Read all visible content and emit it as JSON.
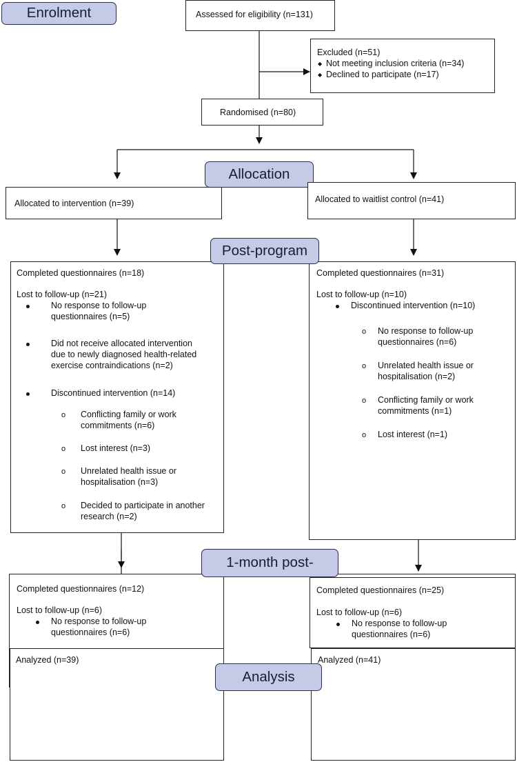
{
  "stages": {
    "enrolment": "Enrolment",
    "allocation": "Allocation",
    "post_program": "Post-program",
    "one_month": "1-month post-",
    "analysis": "Analysis"
  },
  "assessed": "Assessed for eligibility (n=131)",
  "excluded": {
    "title": "Excluded (n=51)",
    "items": [
      "Not meeting inclusion criteria (n=34)",
      "Declined to participate (n=17)"
    ]
  },
  "randomised": "Randomised (n=80)",
  "allocation": {
    "intervention": "Allocated to intervention (n=39)",
    "control": "Allocated to waitlist control (n=41)"
  },
  "post_program": {
    "intervention": {
      "completed": "Completed questionnaires (n=18)",
      "lost": "Lost to follow-up (n=21)",
      "b1": [
        "No response to follow-up",
        "questionnaires (n=5)"
      ],
      "b2": [
        "Did not receive allocated intervention",
        "due to newly diagnosed health-related",
        "exercise contraindications (n=2)"
      ],
      "b3": "Discontinued intervention (n=14)",
      "s1": [
        "Conflicting family or work",
        "commitments (n=6)"
      ],
      "s2": "Lost interest (n=3)",
      "s3": [
        "Unrelated health issue or",
        "hospitalisation (n=3)"
      ],
      "s4": [
        "Decided to participate in another",
        "research (n=2)"
      ]
    },
    "control": {
      "completed": "Completed questionnaires (n=31)",
      "lost": "Lost to follow-up (n=10)",
      "b1": "Discontinued intervention (n=10)",
      "s1": [
        "No response to follow-up",
        "questionnaires (n=6)"
      ],
      "s2": [
        "Unrelated health issue or",
        "hospitalisation (n=2)"
      ],
      "s3": [
        "Conflicting family or work",
        "commitments (n=1)"
      ],
      "s4": "Lost interest (n=1)"
    }
  },
  "one_month": {
    "intervention": {
      "completed": "Completed questionnaires (n=12)",
      "lost": "Lost to follow-up (n=6)",
      "b1": [
        "No response to follow-up",
        "questionnaires (n=6)"
      ]
    },
    "control": {
      "completed": "Completed questionnaires (n=25)",
      "lost": "Lost to follow-up (n=6)",
      "b1": [
        "No response to follow-up",
        "questionnaires (n=6)"
      ]
    }
  },
  "analysis": {
    "intervention": "Analyzed (n=39)",
    "control": "Analyzed (n=41)"
  }
}
